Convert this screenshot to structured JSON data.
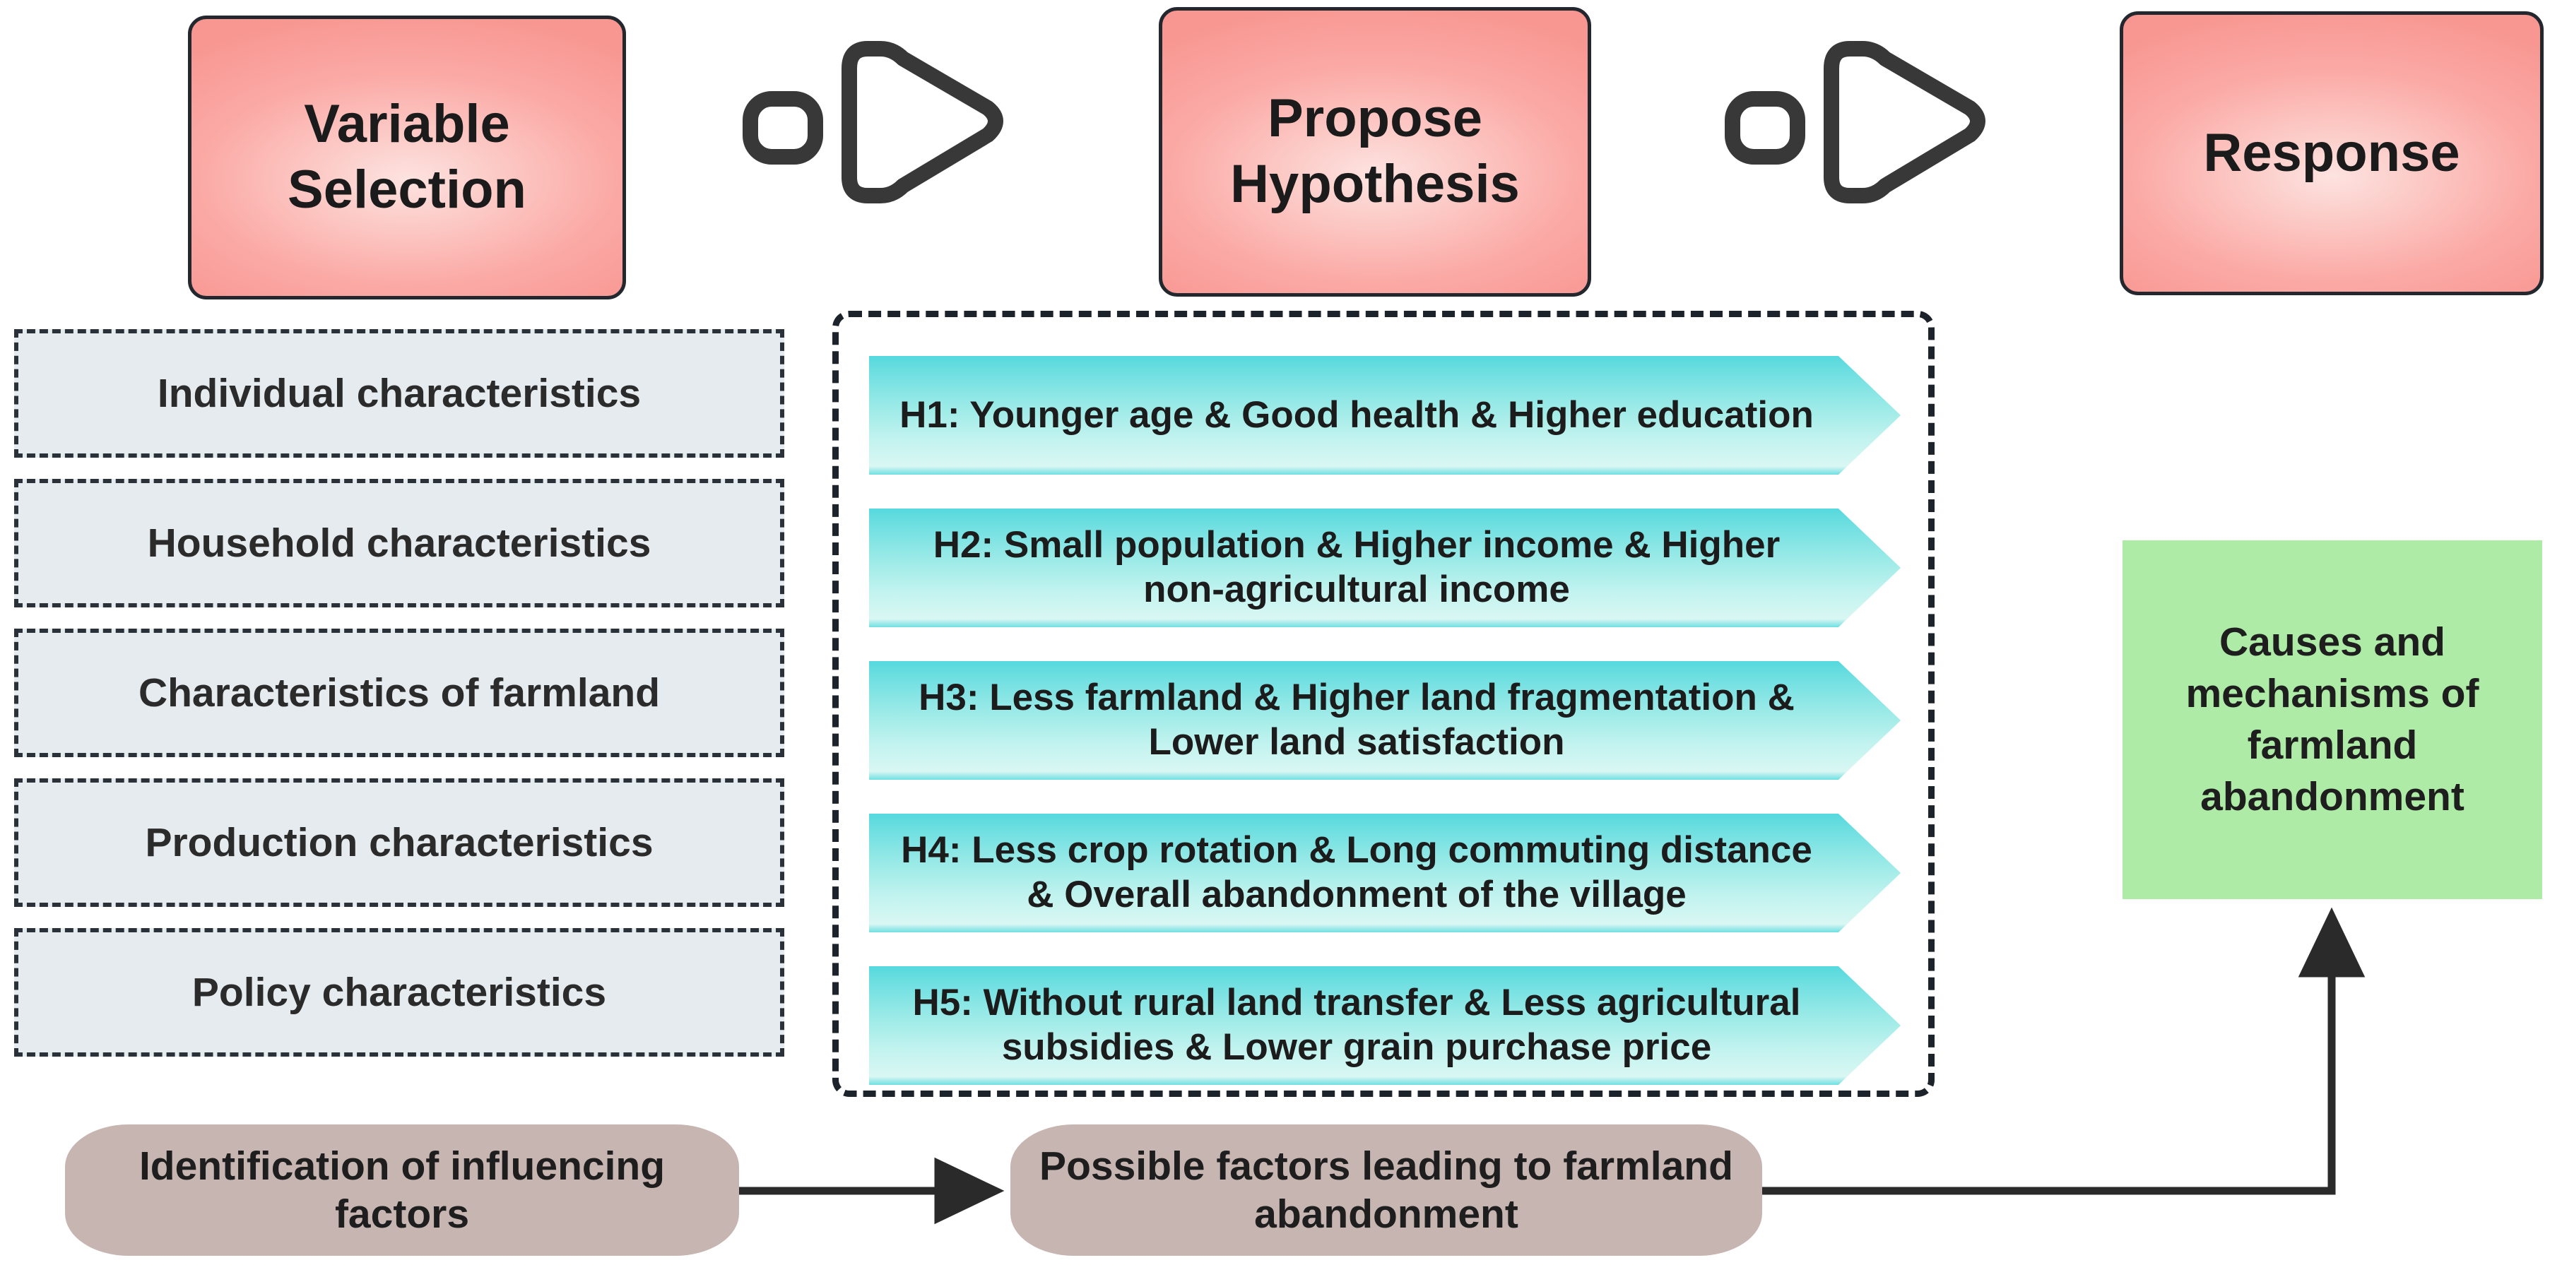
{
  "colors": {
    "stage_box_fill": "#fba9a5",
    "stage_box_border": "#23272e",
    "variable_box_fill": "#e5ebee",
    "variable_box_border": "#2b3138",
    "hypothesis_fill_top": "#55d9dd",
    "hypothesis_fill_bottom": "#d9f7f3",
    "result_box_fill": "#aeeba6",
    "pill_fill": "#c6b5b1",
    "connector_line": "#2a2a2a",
    "background": "#ffffff"
  },
  "stages": [
    {
      "id": "variable-selection",
      "label": "Variable\nSelection"
    },
    {
      "id": "propose-hypothesis",
      "label": "Propose\nHypothesis"
    },
    {
      "id": "response",
      "label": "Response"
    }
  ],
  "stage_labels": {
    "variable_selection_line1": "Variable",
    "variable_selection_line2": "Selection",
    "propose_hypothesis_line1": "Propose",
    "propose_hypothesis_line2": "Hypothesis",
    "response": "Response"
  },
  "flow_icons": [
    {
      "id": "flow-icon-1",
      "name": "next-step-play-icon"
    },
    {
      "id": "flow-icon-2",
      "name": "next-step-play-icon"
    }
  ],
  "variable_categories": [
    {
      "label": "Individual characteristics"
    },
    {
      "label": "Household characteristics"
    },
    {
      "label": "Characteristics of farmland"
    },
    {
      "label": "Production characteristics"
    },
    {
      "label": "Policy characteristics"
    }
  ],
  "hypotheses": [
    {
      "id": "H1",
      "text": "H1: Younger age & Good health & Higher education"
    },
    {
      "id": "H2",
      "text": "H2: Small population & Higher income & Higher non-agricultural income"
    },
    {
      "id": "H3",
      "text": "H3: Less farmland & Higher land fragmentation & Lower land satisfaction"
    },
    {
      "id": "H4",
      "text": "H4: Less crop rotation & Long commuting distance & Overall abandonment of the village"
    },
    {
      "id": "H5",
      "text": "H5: Without rural land transfer & Less agricultural subsidies & Lower grain purchase price"
    }
  ],
  "result": {
    "label": "Causes and mechanisms of farmland abandonment"
  },
  "process_pills": [
    {
      "id": "identification",
      "label": "Identification of influencing factors"
    },
    {
      "id": "possible-factors",
      "label": "Possible factors leading to farmland abandonment"
    }
  ],
  "connectors": [
    {
      "id": "identification-to-possible",
      "type": "straight-arrow-right"
    },
    {
      "id": "possible-to-result",
      "type": "elbow-arrow-up"
    }
  ]
}
